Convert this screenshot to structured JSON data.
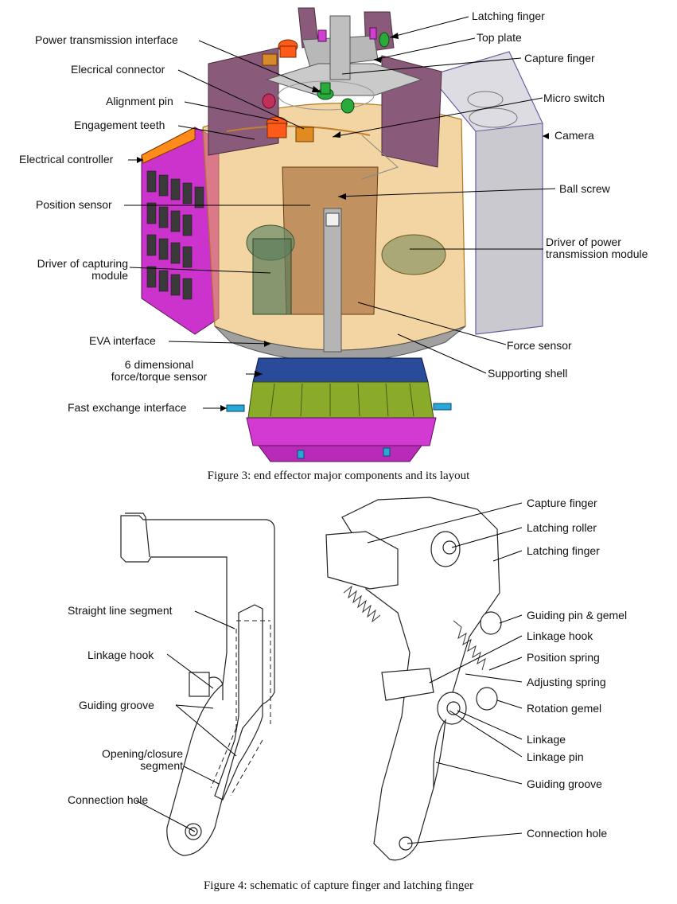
{
  "figure3": {
    "caption": "Figure 3: end effector major components and its layout",
    "labels": {
      "latching_finger": "Latching finger",
      "top_plate": "Top plate",
      "capture_finger": "Capture finger",
      "power_transmission_interface": "Power transmission interface",
      "electrical_connector": "Elecrical connector",
      "alignment_pin": "Alignment pin",
      "engagement_teeth": "Engagement teeth",
      "micro_switch": "Micro switch",
      "camera": "Camera",
      "electrical_controller": "Electrical controller",
      "position_sensor": "Position sensor",
      "ball_screw": "Ball screw",
      "driver_capturing_line1": "Driver of capturing",
      "driver_capturing_line2": "module",
      "driver_power_line1": "Driver of power",
      "driver_power_line2": "transmission module",
      "eva_interface": "EVA interface",
      "force_sensor": "Force sensor",
      "six_dim_line1": "6 dimensional",
      "six_dim_line2": "force/torque sensor",
      "supporting_shell": "Supporting shell",
      "fast_exchange_interface": "Fast exchange interface"
    }
  },
  "figure4": {
    "caption": "Figure 4: schematic of capture finger and latching finger",
    "left_labels": {
      "straight_line_segment": "Straight line segment",
      "linkage_hook": "Linkage hook",
      "guiding_groove": "Guiding groove",
      "opening_closure_line1": "Opening/closure",
      "opening_closure_line2": "segment",
      "connection_hole": "Connection hole"
    },
    "right_labels": {
      "capture_finger": "Capture finger",
      "latching_roller": "Latching roller",
      "latching_finger": "Latching finger",
      "guiding_pin_gemel": "Guiding pin & gemel",
      "linkage_hook": "Linkage hook",
      "position_spring": "Position spring",
      "adjusting_spring": "Adjusting spring",
      "rotation_gemel": "Rotation gemel",
      "linkage": "Linkage",
      "linkage_pin": "Linkage pin",
      "guiding_groove": "Guiding groove",
      "connection_hole": "Connection hole"
    }
  }
}
